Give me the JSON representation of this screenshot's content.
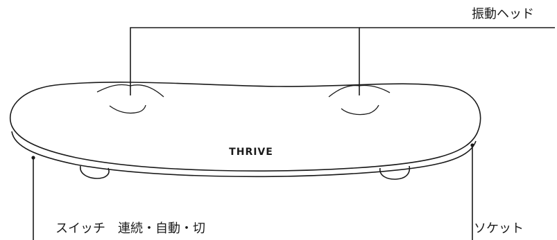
{
  "labels": {
    "vibration_head": "振動ヘッド",
    "switch": "スイッチ　連続・自動・切",
    "socket": "ソケット"
  },
  "device": {
    "logo": "THRIVE"
  },
  "colors": {
    "stroke": "#1a1a1a",
    "background": "#ffffff"
  }
}
